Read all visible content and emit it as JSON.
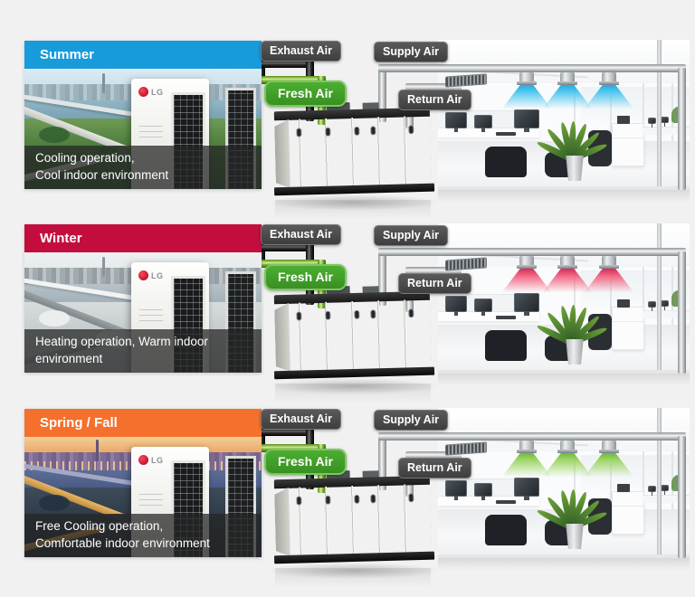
{
  "page": {
    "background": "#f1f1f2"
  },
  "brand": {
    "name": "LG"
  },
  "flow_labels": {
    "exhaust": "Exhaust Air",
    "fresh": "Fresh Air",
    "supply": "Supply Air",
    "return": "Return Air"
  },
  "colors": {
    "tag_dark": "#474747",
    "fresh_tag_green": "#3fa32a",
    "pipe_gray": "#c9ccce",
    "pipe_exhaust_black": "#1a1a1a",
    "pipe_fresh_green": "#7ab636"
  },
  "rows": [
    {
      "season": "Summer",
      "caption": [
        "Cooling operation,",
        "Cool indoor environment"
      ],
      "colors": {
        "accent": "#179bdb",
        "cone": "#41c3ee",
        "cone_deep": "#0fa3dc"
      }
    },
    {
      "season": "Winter",
      "caption": [
        "Heating operation, Warm indoor",
        "environment"
      ],
      "colors": {
        "accent": "#c30e3d",
        "cone": "#f05575",
        "cone_deep": "#d31545"
      }
    },
    {
      "season": "Spring / Fall",
      "caption": [
        "Free Cooling operation,",
        "Comfortable indoor environment"
      ],
      "colors": {
        "accent": "#f4702c",
        "cone": "#95d358",
        "cone_deep": "#5fb32c"
      }
    }
  ]
}
